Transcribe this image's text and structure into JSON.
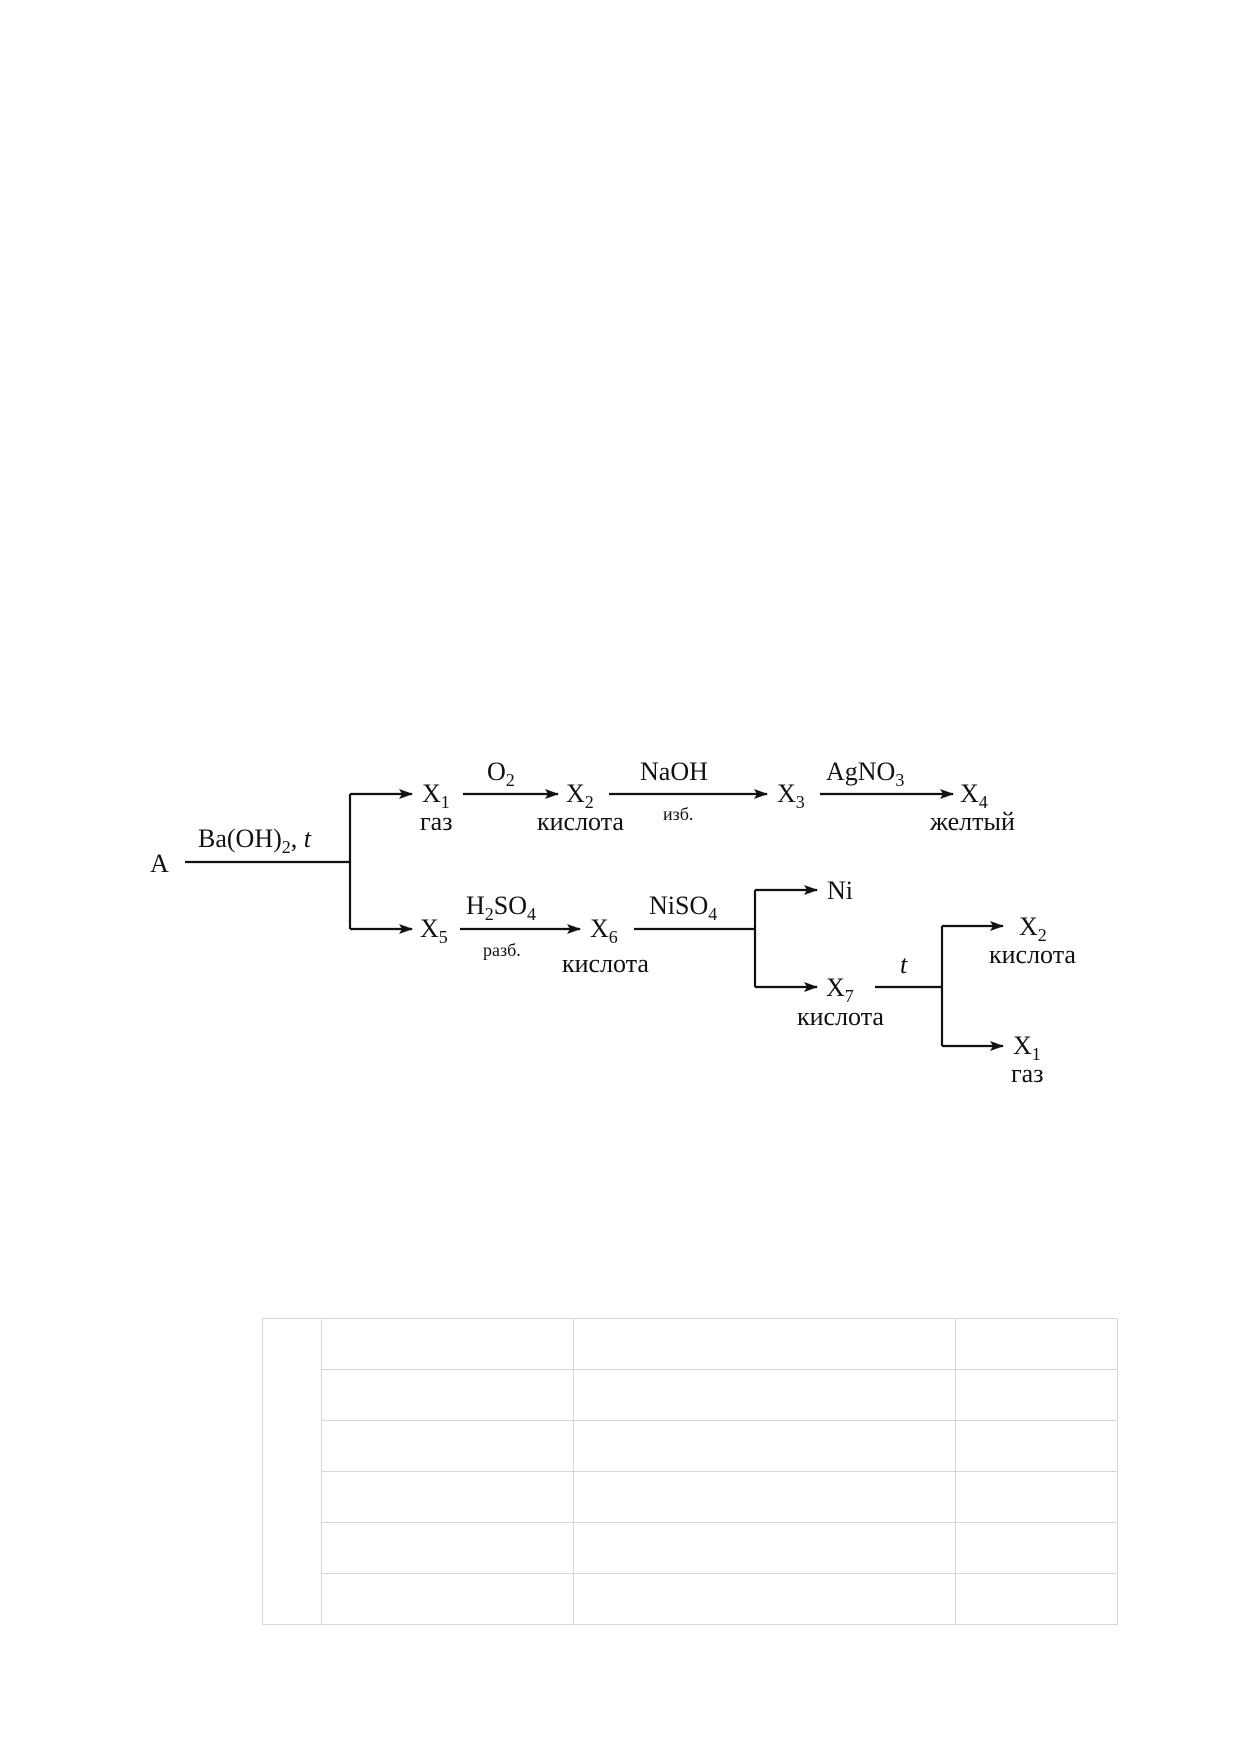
{
  "scheme": {
    "start": "A",
    "reagents": {
      "ba_oh_2_base": "Ba(OH)",
      "ba_oh_2_sub": "2",
      "ba_oh_2_tail": ", ",
      "ba_oh_2_t": "t",
      "o2_base": "O",
      "o2_sub": "2",
      "naoh": "NaOH",
      "naoh_note": "изб.",
      "agno3_base": "AgNO",
      "agno3_sub": "3",
      "h2so4_h": "H",
      "h2so4_sub1": "2",
      "h2so4_so": "SO",
      "h2so4_sub2": "4",
      "h2so4_note": "разб.",
      "niso4_base": "NiSO",
      "niso4_sub": "4",
      "heat": "t"
    },
    "species": {
      "x_letter": "X",
      "x1_sub": "1",
      "x2_sub": "2",
      "x3_sub": "3",
      "x4_sub": "4",
      "x5_sub": "5",
      "x6_sub": "6",
      "x7_sub": "7",
      "ni": "Ni"
    },
    "notes": {
      "gas": "газ",
      "acid": "кислота",
      "yellow": "желтый"
    }
  },
  "answer_table": {
    "rows": 6,
    "columns": 4
  }
}
